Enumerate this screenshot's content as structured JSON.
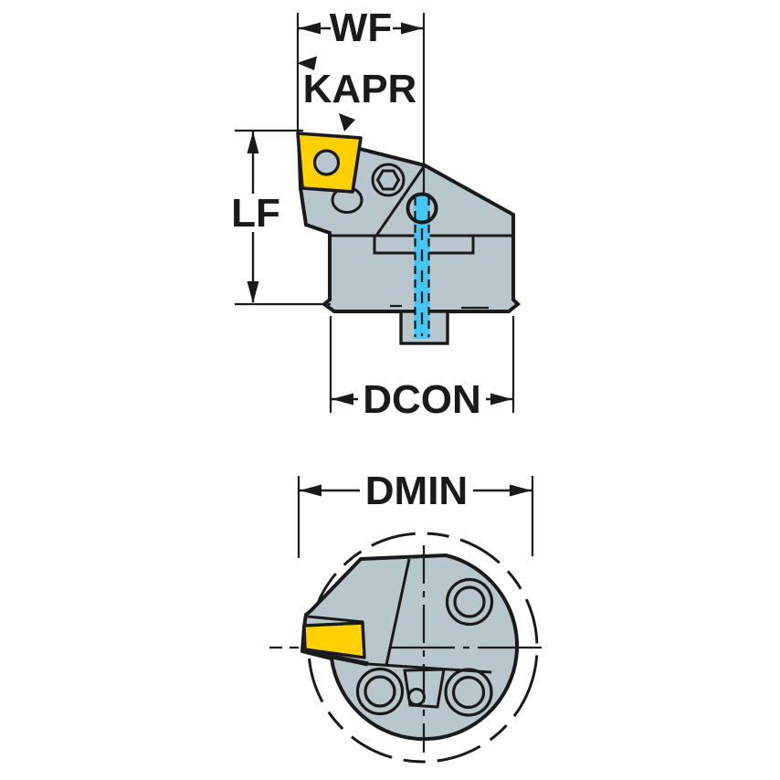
{
  "drawing": {
    "dimensions": {
      "wf": "WF",
      "kapr": "KAPR",
      "lf": "LF",
      "dcon": "DCON",
      "dmin": "DMIN"
    },
    "colors": {
      "body": "#b8c6ce",
      "insert": "#ffd100",
      "coolant": "#44c7f4",
      "line": "#1a1a1a",
      "background": "#ffffff"
    }
  }
}
